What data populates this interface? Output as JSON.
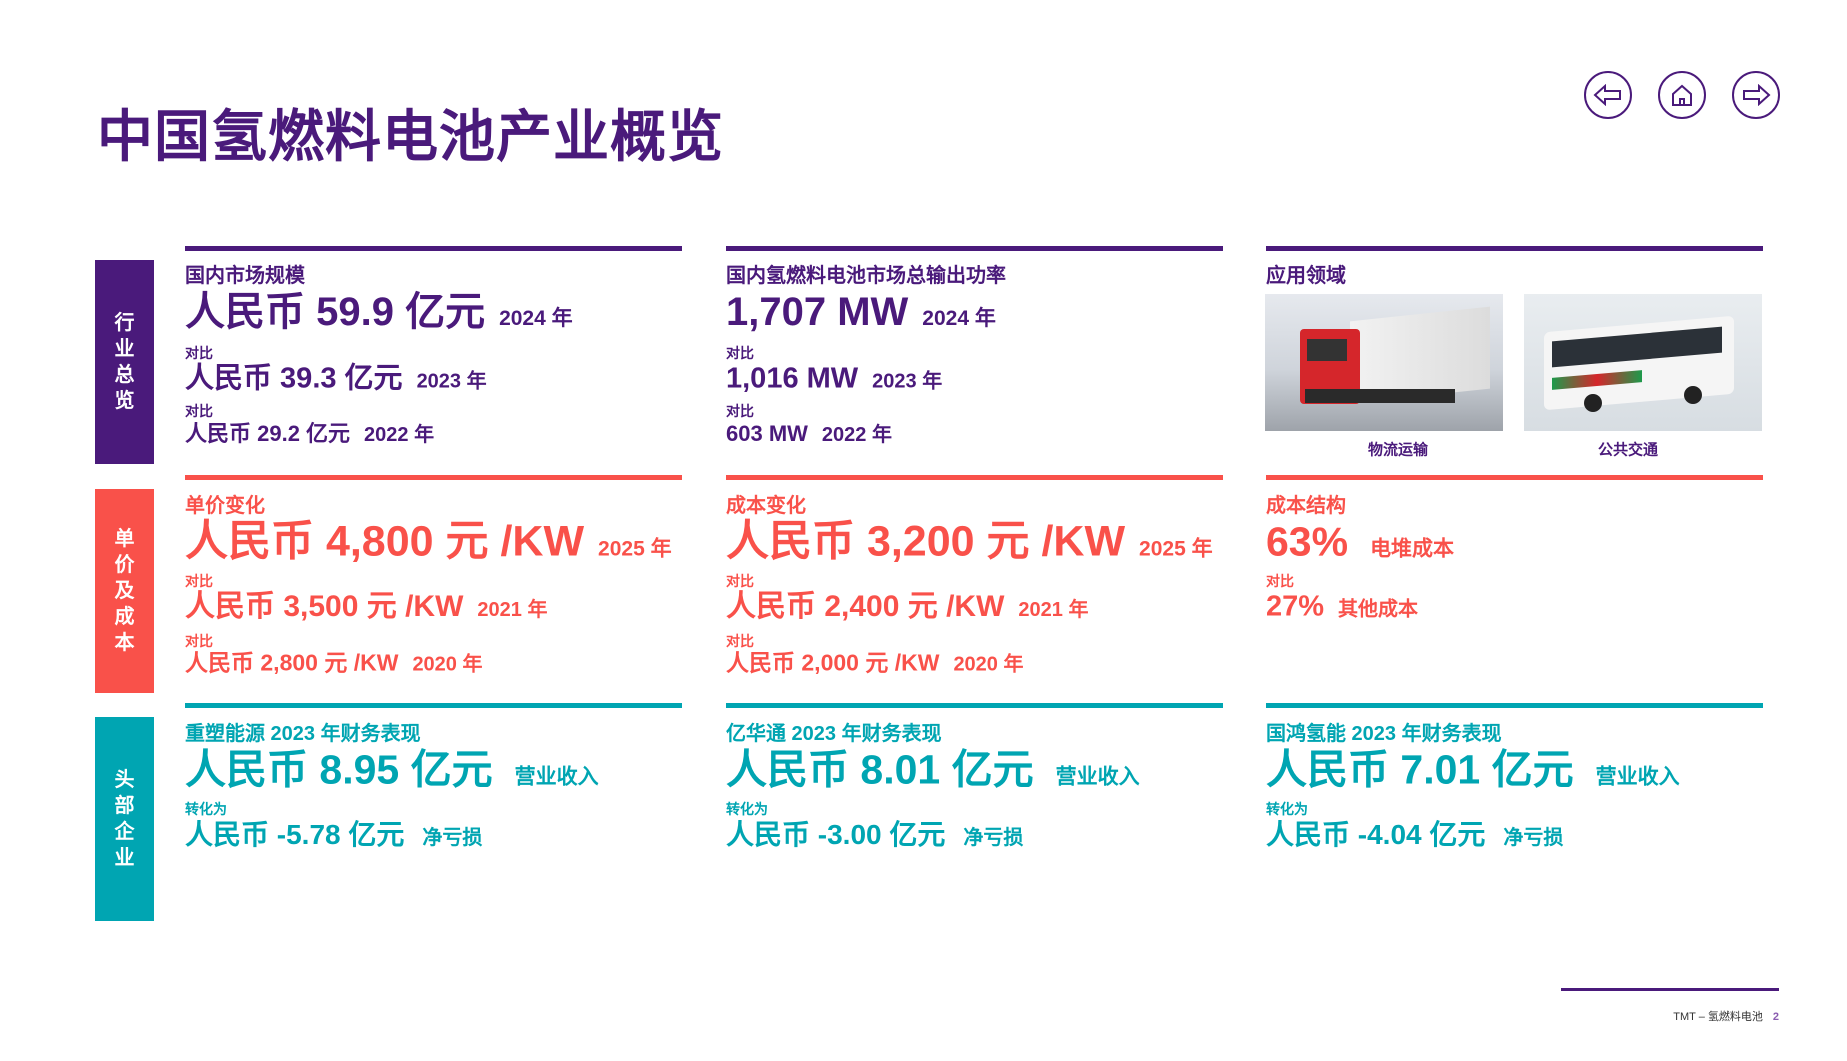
{
  "page_title": "中国氢燃料电池产业概览",
  "nav": {
    "back": "back-arrow-icon",
    "home": "home-icon",
    "forward": "forward-arrow-icon"
  },
  "colors": {
    "purple": "#4a1a7b",
    "coral": "#f9514a",
    "teal": "#00a5b2"
  },
  "rows": [
    {
      "label": [
        "行",
        "业",
        "总",
        "览"
      ],
      "cells": [
        {
          "title": "国内市场规模",
          "main": "人民币 59.9 亿元",
          "main_suffix": "2024 年",
          "cmp1": "对比",
          "l2": "人民币 39.3 亿元",
          "l2_suffix": "2023 年",
          "cmp2": "对比",
          "l3": "人民币 29.2 亿元",
          "l3_suffix": "2022 年"
        },
        {
          "title": "国内氢燃料电池市场总输出功率",
          "main": "1,707 MW",
          "main_suffix": "2024 年",
          "cmp1": "对比",
          "l2": "1,016 MW",
          "l2_suffix": "2023 年",
          "cmp2": "对比",
          "l3": "603 MW",
          "l3_suffix": "2022 年"
        },
        {
          "title": "应用领域",
          "images": [
            {
              "caption": "物流运输"
            },
            {
              "caption": "公共交通"
            }
          ]
        }
      ]
    },
    {
      "label": [
        "单",
        "价",
        "及",
        "成",
        "本"
      ],
      "cells": [
        {
          "title": "单价变化",
          "main": "人民币 4,800 元 /KW",
          "main_suffix": "2025 年",
          "cmp1": "对比",
          "l2": "人民币 3,500 元 /KW",
          "l2_suffix": "2021 年",
          "cmp2": "对比",
          "l3": "人民币 2,800 元 /KW",
          "l3_suffix": "2020 年"
        },
        {
          "title": "成本变化",
          "main": "人民币 3,200 元 /KW",
          "main_suffix": "2025 年",
          "cmp1": "对比",
          "l2": "人民币 2,400 元 /KW",
          "l2_suffix": "2021 年",
          "cmp2": "对比",
          "l3": "人民币 2,000 元 /KW",
          "l3_suffix": "2020 年"
        },
        {
          "title": "成本结构",
          "main": "63%",
          "main_suffix": "电堆成本",
          "cmp1": "对比",
          "l2": "27%",
          "l2_suffix": "其他成本"
        }
      ]
    },
    {
      "label": [
        "头",
        "部",
        "企",
        "业"
      ],
      "cells": [
        {
          "title": "重塑能源 2023 年财务表现",
          "main": "人民币 8.95 亿元",
          "main_suffix": "营业收入",
          "cmp1": "转化为",
          "l2": "人民币 -5.78 亿元",
          "l2_suffix": "净亏损"
        },
        {
          "title": "亿华通 2023 年财务表现",
          "main": "人民币 8.01 亿元",
          "main_suffix": "营业收入",
          "cmp1": "转化为",
          "l2": "人民币 -3.00 亿元",
          "l2_suffix": "净亏损"
        },
        {
          "title": "国鸿氢能 2023 年财务表现",
          "main": "人民币 7.01 亿元",
          "main_suffix": "营业收入",
          "cmp1": "转化为",
          "l2": "人民币 -4.04 亿元",
          "l2_suffix": "净亏损"
        }
      ]
    }
  ],
  "footer": {
    "text": "TMT – 氢燃料电池",
    "page": "2"
  }
}
